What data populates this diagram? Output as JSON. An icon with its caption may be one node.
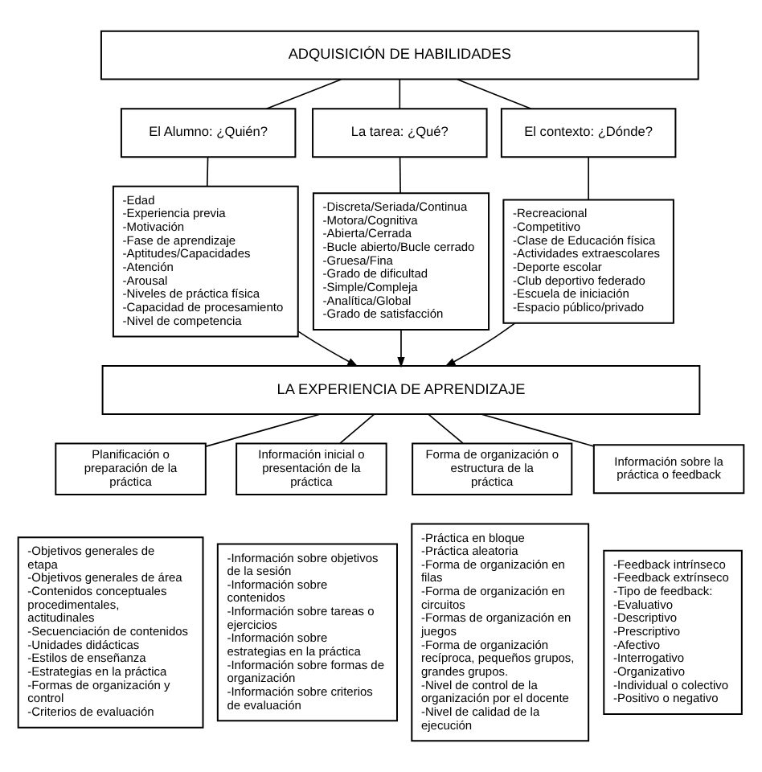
{
  "diagram": {
    "nodes": [
      {
        "text": [
          "ADQUISICIÓN DE HABILIDADES"
        ]
      },
      {
        "text": [
          "El Alumno: ¿Quién?"
        ]
      },
      {
        "text": [
          "La tarea: ¿Qué?"
        ]
      },
      {
        "text": [
          "El contexto: ¿Dónde?"
        ]
      },
      {
        "text": [
          "-Edad",
          "-Experiencia previa",
          "-Motivación",
          "-Fase de aprendizaje",
          "-Aptitudes/Capacidades",
          "-Atención",
          "-Arousal",
          "-Niveles de práctica física",
          "-Capacidad de procesamiento",
          "-Nivel de competencia"
        ]
      },
      {
        "text": [
          "-Discreta/Seriada/Continua",
          "-Motora/Cognitiva",
          "-Abierta/Cerrada",
          "-Bucle abierto/Bucle cerrado",
          "-Gruesa/Fina",
          "-Grado de dificultad",
          "-Simple/Compleja",
          "-Analítica/Global",
          "-Grado de satisfacción"
        ]
      },
      {
        "text": [
          "-Recreacional",
          "-Competitivo",
          "-Clase de Educación física",
          "-Actividades extraescolares",
          "-Deporte escolar",
          "-Club deportivo federado",
          "-Escuela de iniciación",
          "-Espacio público/privado"
        ]
      },
      {
        "text": [
          "LA EXPERIENCIA DE APRENDIZAJE"
        ]
      },
      {
        "text": [
          "Planificación o preparación de la práctica"
        ]
      },
      {
        "text": [
          "Información inicial o presentación de la práctica"
        ]
      },
      {
        "text": [
          "Forma de organización o estructura de la práctica"
        ]
      },
      {
        "text": [
          "Información sobre la práctica o feedback"
        ]
      },
      {
        "text": [
          "-Objetivos generales de etapa",
          "-Objetivos generales de área",
          "-Contenidos conceptuales procedimentales, actitudinales",
          "-Secuenciación de contenidos",
          "-Unidades didácticas",
          "-Estilos de enseñanza",
          "-Estrategias en la práctica",
          "-Formas de organización y control",
          "-Criterios de evaluación"
        ]
      },
      {
        "text": [
          "-Información sobre objetivos de la sesión",
          "-Información sobre contenidos",
          "-Información sobre tareas o ejercicios",
          "-Información sobre estrategias en la práctica",
          "-Información sobre formas de organización",
          "-Información sobre criterios de evaluación"
        ]
      },
      {
        "text": [
          "-Práctica en bloque",
          "-Práctica aleatoria",
          "-Forma de organización en filas",
          "-Forma de organización en circuitos",
          "-Formas de organización en juegos",
          "-Forma de organización recíproca, pequeños grupos, grandes grupos.",
          "-Nivel de control de la organización por el docente",
          "-Nivel de calidad de la ejecución"
        ]
      },
      {
        "text": [
          "-Feedback intrínseco",
          "-Feedback extrínseco",
          "-Tipo de feedback:",
          "-Evaluativo",
          "-Descriptivo",
          "-Prescriptivo",
          "-Afectivo",
          "-Interrogativo",
          "-Organizativo",
          "-Individual o colectivo",
          "-Positivo o negativo"
        ]
      }
    ],
    "edges": [
      {
        "from": 0,
        "to": 1,
        "arrow": "none"
      },
      {
        "from": 0,
        "to": 2,
        "arrow": "none"
      },
      {
        "from": 0,
        "to": 3,
        "arrow": "none"
      },
      {
        "from": 1,
        "to": 4,
        "arrow": "none"
      },
      {
        "from": 2,
        "to": 5,
        "arrow": "none"
      },
      {
        "from": 3,
        "to": 6,
        "arrow": "none"
      },
      {
        "from": 4,
        "to": 7,
        "arrow": "to"
      },
      {
        "from": 5,
        "to": 7,
        "arrow": "to"
      },
      {
        "from": 6,
        "to": 7,
        "arrow": "to"
      },
      {
        "from": 7,
        "to": 8,
        "arrow": "none"
      },
      {
        "from": 7,
        "to": 9,
        "arrow": "none"
      },
      {
        "from": 7,
        "to": 10,
        "arrow": "none"
      },
      {
        "from": 7,
        "to": 11,
        "arrow": "none"
      }
    ]
  }
}
